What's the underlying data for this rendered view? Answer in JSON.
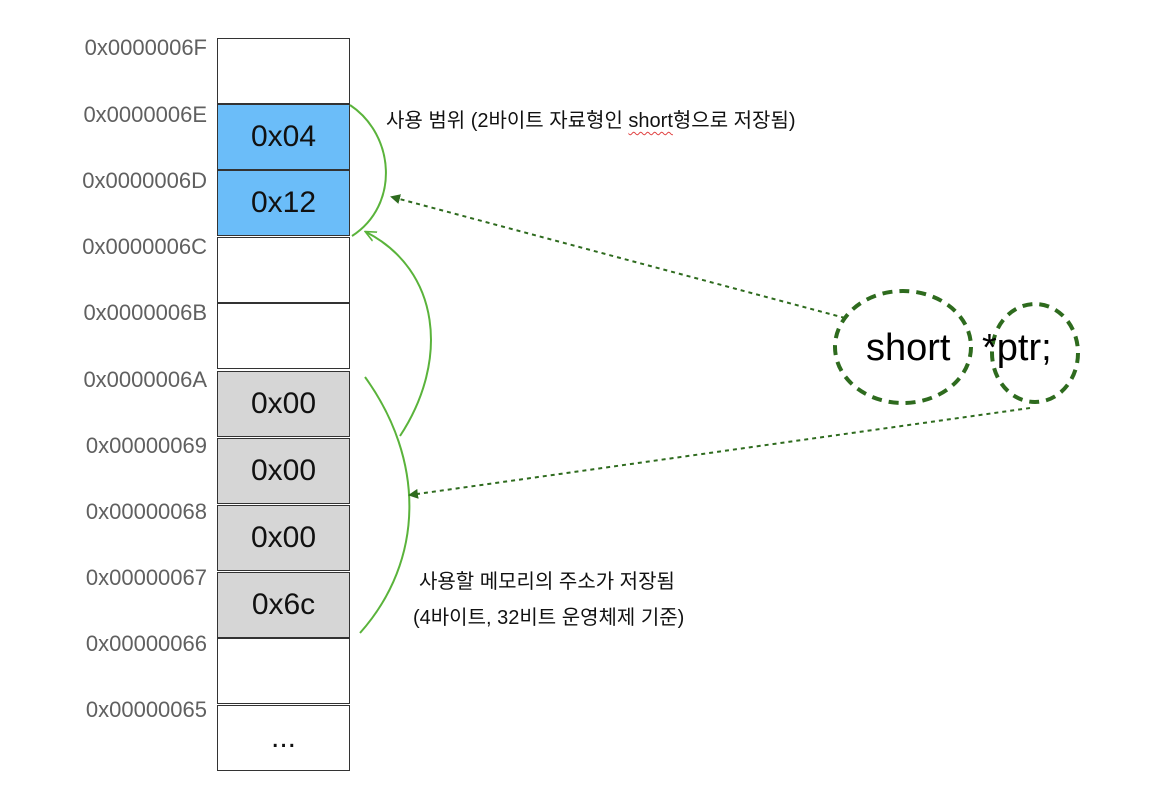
{
  "addresses": [
    "0x0000006F",
    "0x0000006E",
    "0x0000006D",
    "0x0000006C",
    "0x0000006B",
    "0x0000006A",
    "0x00000069",
    "0x00000068",
    "0x00000067",
    "0x00000066",
    "0x00000065"
  ],
  "cells": [
    {
      "value": "",
      "fill": "white"
    },
    {
      "value": "0x04",
      "fill": "blue"
    },
    {
      "value": "0x12",
      "fill": "blue"
    },
    {
      "value": "",
      "fill": "white"
    },
    {
      "value": "",
      "fill": "white"
    },
    {
      "value": "0x00",
      "fill": "gray"
    },
    {
      "value": "0x00",
      "fill": "gray"
    },
    {
      "value": "0x00",
      "fill": "gray"
    },
    {
      "value": "0x6c",
      "fill": "gray"
    },
    {
      "value": "",
      "fill": "white"
    },
    {
      "value": "...",
      "fill": "white"
    }
  ],
  "annotations": {
    "short_range_prefix": "사용 범위 (2바이트 자료형인 ",
    "short_range_keyword": "short",
    "short_range_suffix": "형으로 저장됨)",
    "pointer_line1": "사용할 메모리의 주소가 저장됨",
    "pointer_line2": "(4바이트, 32비트 운영체제 기준)"
  },
  "declaration": {
    "type": "short",
    "name": "*ptr;"
  },
  "colors": {
    "blue_cell": "#6bbdf9",
    "gray_cell": "#d6d6d6",
    "arrow_green": "#5ab33b",
    "dashed_green": "#2e6b1e"
  }
}
